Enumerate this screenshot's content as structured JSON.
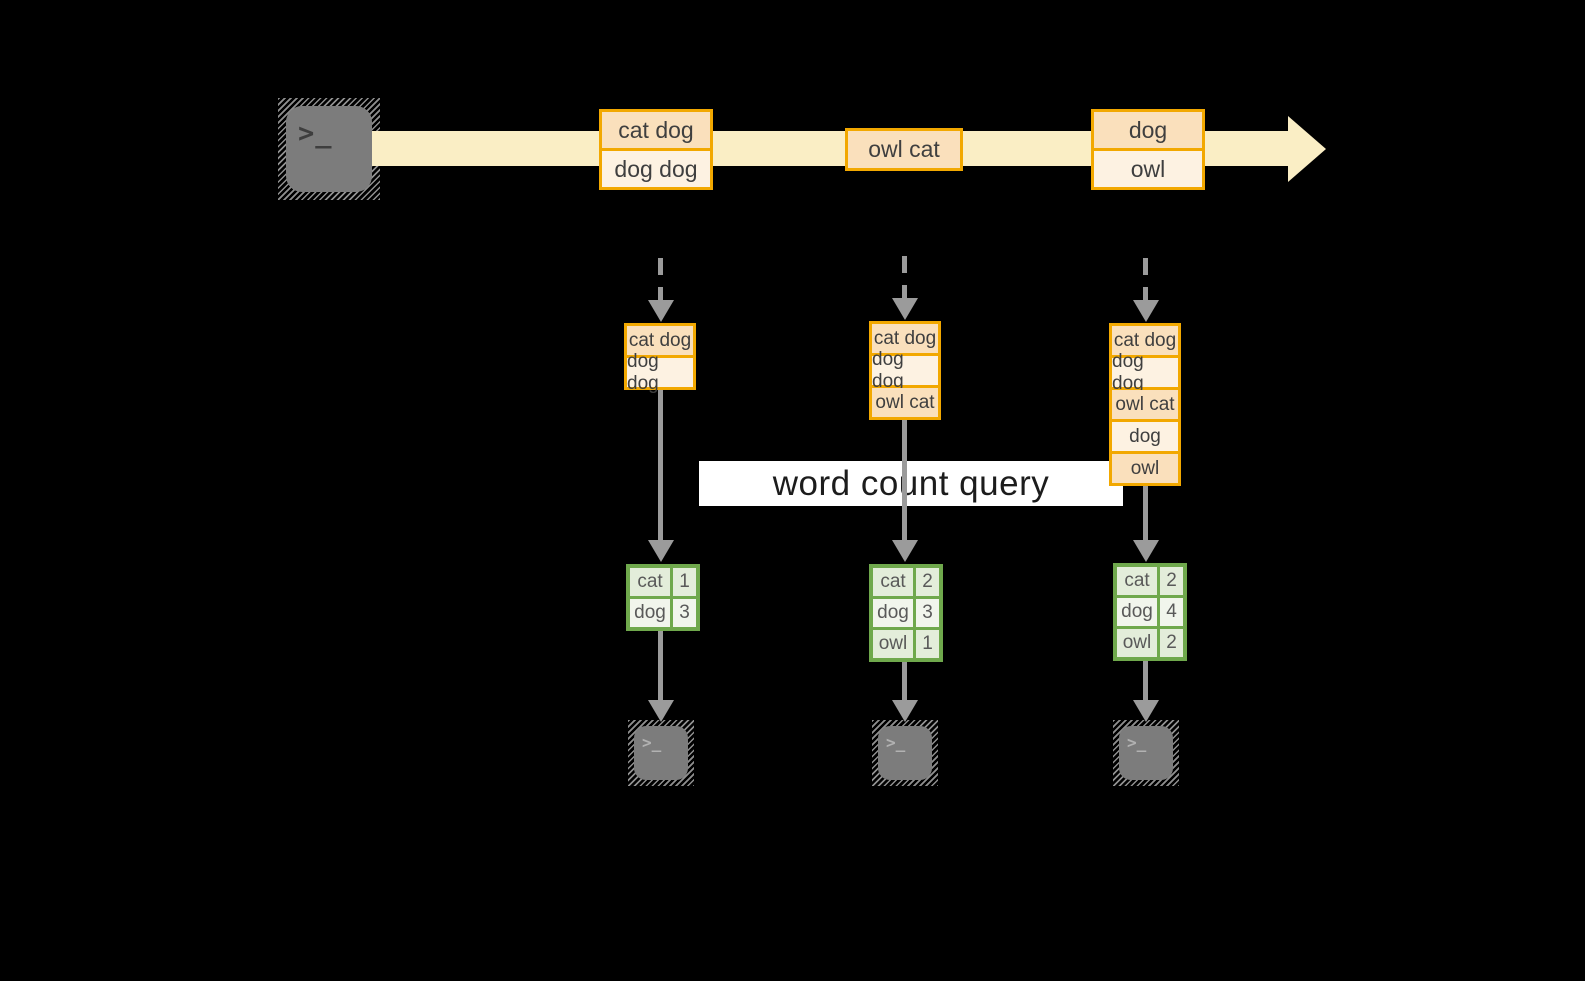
{
  "colors": {
    "background": "#000000",
    "stream_band": "#faeec5",
    "event_border": "#f2a800",
    "event_fill_dark": "#fae0bc",
    "event_fill_light": "#fdf2e2",
    "result_border": "#6fa84c",
    "result_fill_dark": "#e3edda",
    "result_fill_light": "#f1f5ec",
    "connector_gray": "#9b9b9b",
    "banner_background": "#ffffff"
  },
  "terminal": {
    "prompt_glyph": ">_"
  },
  "stream": {
    "events": [
      {
        "lines": [
          "cat dog",
          "dog dog"
        ]
      },
      {
        "lines": [
          "owl cat"
        ]
      },
      {
        "lines": [
          "dog",
          "owl"
        ]
      }
    ]
  },
  "micro_batches": [
    {
      "rows": [
        "cat dog",
        "dog dog"
      ]
    },
    {
      "rows": [
        "cat dog",
        "dog dog",
        "owl cat"
      ]
    },
    {
      "rows": [
        "cat dog",
        "dog dog",
        "owl cat",
        "dog",
        "owl"
      ]
    }
  ],
  "query": {
    "label": "word count query"
  },
  "results": [
    {
      "rows": [
        [
          "cat",
          "1"
        ],
        [
          "dog",
          "3"
        ]
      ]
    },
    {
      "rows": [
        [
          "cat",
          "2"
        ],
        [
          "dog",
          "3"
        ],
        [
          "owl",
          "1"
        ]
      ]
    },
    {
      "rows": [
        [
          "cat",
          "2"
        ],
        [
          "dog",
          "4"
        ],
        [
          "owl",
          "2"
        ]
      ]
    }
  ]
}
